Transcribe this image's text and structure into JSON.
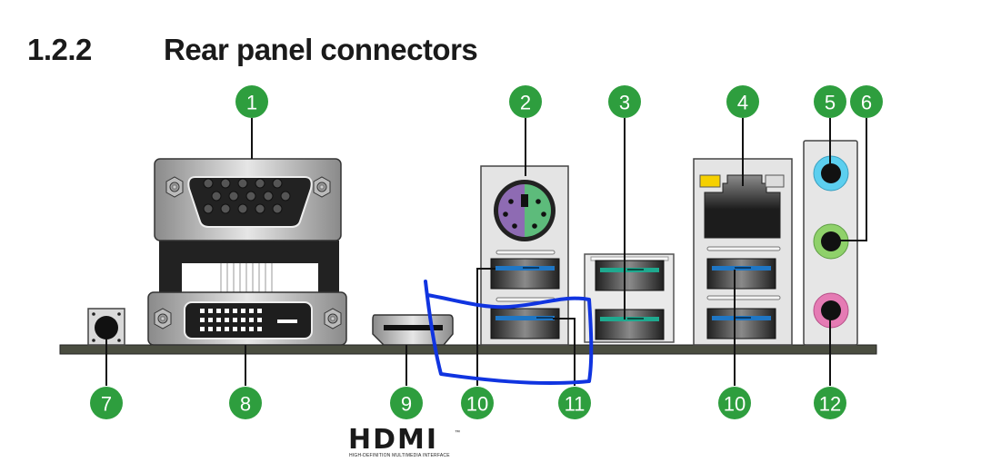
{
  "document": {
    "section_number": "1.2.2",
    "section_title": "Rear panel connectors"
  },
  "callouts": [
    {
      "id": "1",
      "label": "1",
      "connector": "VGA port"
    },
    {
      "id": "2",
      "label": "2",
      "connector": "PS/2 keyboard/mouse combo port"
    },
    {
      "id": "3",
      "label": "3",
      "connector": "USB ports"
    },
    {
      "id": "4",
      "label": "4",
      "connector": "LAN (RJ-45) port"
    },
    {
      "id": "5",
      "label": "5",
      "connector": "Line In port (light blue)"
    },
    {
      "id": "6",
      "label": "6",
      "connector": "Line Out port (lime)"
    },
    {
      "id": "7",
      "label": "7",
      "connector": "BIOS FlashBack button"
    },
    {
      "id": "8",
      "label": "8",
      "connector": "DVI-D port"
    },
    {
      "id": "9",
      "label": "9",
      "connector": "HDMI port"
    },
    {
      "id": "10a",
      "label": "10",
      "connector": "USB 3.2 port"
    },
    {
      "id": "11",
      "label": "11",
      "connector": "USB 3.2 port"
    },
    {
      "id": "10b",
      "label": "10",
      "connector": "USB 3.2 ports"
    },
    {
      "id": "12",
      "label": "12",
      "connector": "Microphone port (pink)"
    }
  ],
  "hdmi_logo": {
    "mark": "HDMI",
    "trademark": "™",
    "tagline": "HIGH-DEFINITION MULTIMEDIA INTERFACE"
  },
  "colors": {
    "badge_green": "#2e9e3e",
    "annotation_blue": "#1034e0",
    "board": "#4a4d40",
    "audio_blue": "#5ccfef",
    "audio_green": "#8fd16a",
    "audio_pink": "#e57bb4",
    "usb3_blue": "#1f76c4",
    "usb_teal": "#1fa98f",
    "lan_led_yellow": "#f5d000",
    "ps2_purple": "#8e6bb3",
    "ps2_green": "#5dbb7b"
  }
}
